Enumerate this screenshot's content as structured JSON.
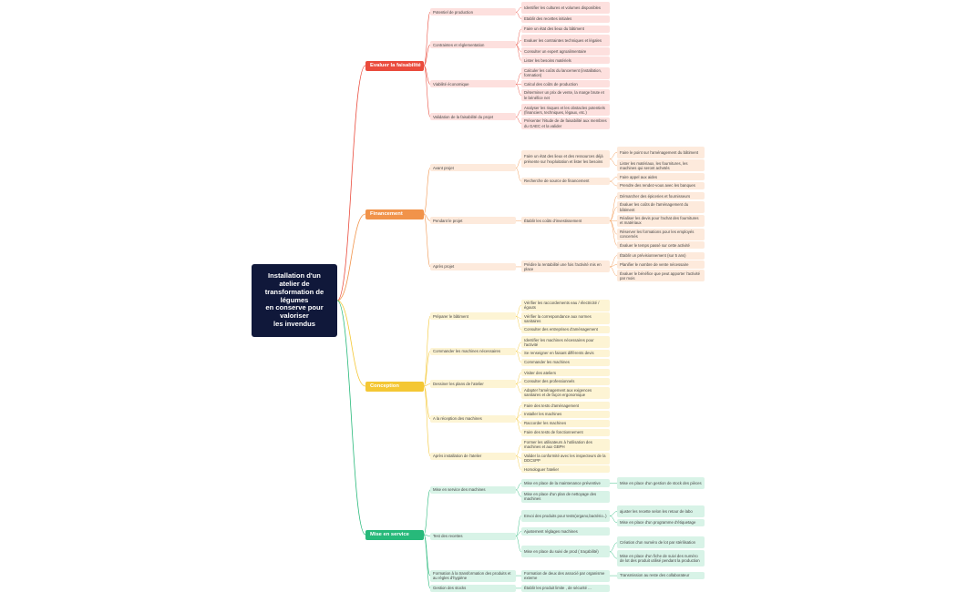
{
  "root": {
    "lines": [
      "Installation d'un",
      "atelier de",
      "transformation de",
      "légumes",
      "en conserve pour",
      "valoriser",
      "les invendus"
    ]
  },
  "colors": {
    "red": "#ea4b3c",
    "red_light": "#fde0de",
    "orange": "#f1934a",
    "orange_light": "#fdeadc",
    "yellow": "#f4c734",
    "yellow_light": "#fdf4d4",
    "green": "#27b97a",
    "green_light": "#d8f3e7"
  },
  "branches": [
    {
      "label": "Evaluer la faisabilité",
      "theme": "red",
      "children": [
        {
          "label": "Potentiel de production",
          "children": [
            {
              "label": "Identifier les cultures et volumes disponibles"
            },
            {
              "label": "Etablir des recettes initiales"
            }
          ]
        },
        {
          "label": "Contraintes et réglementation",
          "children": [
            {
              "label": "Faire un état des lieux du bâtiment"
            },
            {
              "label": "Evaluer les contraintes techniques et légales"
            },
            {
              "label": "Consulter un expert agroalimentaire"
            },
            {
              "label": "Lister les besoins matériels"
            }
          ]
        },
        {
          "label": "Viabilité économique",
          "children": [
            {
              "label": "Calculer les coûts du lancement (installation, formation)"
            },
            {
              "label": "Calcul des coûts de production"
            },
            {
              "label": "Déterminer un prix de vente, la marge brute et le bénéfice net"
            }
          ]
        },
        {
          "label": "Validation de la faisabilité du projet",
          "children": [
            {
              "label": "Analyser les risques et les obstacles potentiels (financiers, techniques, légaux, etc.)"
            },
            {
              "label": "Présenter l'étude de de faisabilité aux membres du GAEC et la valider"
            }
          ]
        }
      ]
    },
    {
      "label": "Financement",
      "theme": "orange",
      "children": [
        {
          "label": "Avant projet",
          "children": [
            {
              "label": "Faire un état des lieux et des ressources déjà présente sur l'exploitation et lister les besoins",
              "children": [
                {
                  "label": "Faire le point sur l'aménagement du bâtiment"
                },
                {
                  "label": "Lister les matériaux, les fournitures, les machines qui seront achetés"
                }
              ]
            },
            {
              "label": "Recherche de source de financement",
              "children": [
                {
                  "label": "Faire appel aux aides"
                },
                {
                  "label": "Prendre des rendez-vous avec les banques"
                }
              ]
            }
          ]
        },
        {
          "label": "Pendant le projet",
          "children": [
            {
              "label": "Établir les coûts d'investissement",
              "children": [
                {
                  "label": "Démarcher des épiceries et fournisseurs"
                },
                {
                  "label": "Évaluer les coûts de l'aménagement du bâtiment"
                },
                {
                  "label": "Réaliser les devis pour l'achat des fournitures et matériaux"
                },
                {
                  "label": "Réserver les formations pour les employés concernés"
                },
                {
                  "label": "Évaluer le temps passé sur cette activité"
                }
              ]
            }
          ]
        },
        {
          "label": "Après projet",
          "children": [
            {
              "label": "Prédire la rentabilité une fois l'activité mis en place",
              "children": [
                {
                  "label": "Établir un prévisionnement (sur 5 ans)"
                },
                {
                  "label": "Planifier le nombre de vente nécessaire"
                },
                {
                  "label": "Évaluer le bénéfice que peut apporter l'activité par mois"
                }
              ]
            }
          ]
        }
      ]
    },
    {
      "label": "Conception",
      "theme": "yellow",
      "children": [
        {
          "label": "Préparer le bâtiment",
          "children": [
            {
              "label": "Vérifier les raccordements eau / électricité / égouts"
            },
            {
              "label": "Vérifier la correspondance aux normes sanitaires"
            },
            {
              "label": "Consulter des entreprises d'aménagement"
            }
          ]
        },
        {
          "label": "Commander les machines nécessaires",
          "children": [
            {
              "label": "Identifier les machines nécessaires pour l'activité"
            },
            {
              "label": "Se renseigner en faisant différents devis"
            },
            {
              "label": "Commander les machines"
            }
          ]
        },
        {
          "label": "Dessiner les plans de l'atelier",
          "children": [
            {
              "label": "Visiter des ateliers"
            },
            {
              "label": "Consulter des professionnels"
            },
            {
              "label": "Adapter l'aménagement aux exigences sanitaires et de façon ergonomique"
            }
          ]
        },
        {
          "label": "A la réception des machines",
          "children": [
            {
              "label": "Faire des tests d'aménagement"
            },
            {
              "label": "Installer les machines"
            },
            {
              "label": "Raccorder les machines"
            },
            {
              "label": "Faire des tests de fonctionnement"
            }
          ]
        },
        {
          "label": "Après installation de l'atelier",
          "children": [
            {
              "label": "Former les utilisateurs à l'utilisation des machines et aux GBPH"
            },
            {
              "label": "Valider la conformité avec les inspecteurs de la DDCSPP"
            },
            {
              "label": "Homologuer l'atelier"
            }
          ]
        }
      ]
    },
    {
      "label": "Mise en service",
      "theme": "green",
      "children": [
        {
          "label": "Mise en service des machines",
          "children": [
            {
              "label": "Mise en place de la maintenance préventive",
              "children": [
                {
                  "label": "Mise en place d'un gestion de stock des pièces"
                }
              ]
            },
            {
              "label": "Mise en place d'un plan de nettoyage des machines"
            }
          ]
        },
        {
          "label": "Test des recettes",
          "children": [
            {
              "label": "Envoi des produits pour tests(organo,bactério..)",
              "children": [
                {
                  "label": "ajuster les recette selon les retour de labo"
                },
                {
                  "label": "Mise en place d'un programme d'étiquetage"
                }
              ]
            },
            {
              "label": "Ajustement réglages machines"
            },
            {
              "label": "Mise en place du suivi de prod ( traçabilité)",
              "children": [
                {
                  "label": "Création d'un numéro de lot par stérilisation"
                },
                {
                  "label": "Mise en place d'un fiche de suivi des numéro de lot des produit utilisé pendant la production"
                }
              ]
            }
          ]
        },
        {
          "label": "Formation à la transformation des produits et au règles d'hygiène",
          "children": [
            {
              "label": "Formation de deux des associé par organisme externe",
              "children": [
                {
                  "label": "Transmission au reste des collaborateur"
                }
              ]
            }
          ]
        },
        {
          "label": "Gestion des stocks",
          "children": [
            {
              "label": "Établir les produit limite , de sécurité ..."
            }
          ]
        }
      ]
    }
  ]
}
